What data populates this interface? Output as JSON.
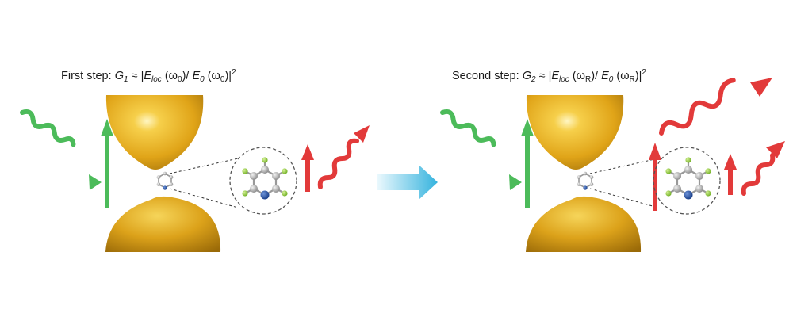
{
  "captions": {
    "first": {
      "prefix": "First step:",
      "g_symbol": "G",
      "g_sub": "1",
      "approx": "≈",
      "bar_open": "|",
      "e_loc": "E",
      "e_loc_sub": "loc",
      "arg_open": "(ω",
      "arg_sub": "0",
      "arg_close": ")/",
      "e0": "E",
      "e0_sub": "0",
      "arg2_open": "(ω",
      "arg2_sub": "0",
      "arg2_close": ")",
      "bar_close": "|",
      "power": "2"
    },
    "second": {
      "prefix": "Second step:",
      "g_symbol": "G",
      "g_sub": "2",
      "approx": "≈",
      "bar_open": "|",
      "e_loc": "E",
      "e_loc_sub": "loc",
      "arg_open": "(ω",
      "arg_sub": "R",
      "arg_close": ")/",
      "e0": "E",
      "e0_sub": "0",
      "arg2_open": "(ω",
      "arg2_sub": "R",
      "arg2_close": ")",
      "bar_close": "|",
      "power": "2"
    }
  },
  "colors": {
    "gold_light": "#f6cf4a",
    "gold_mid": "#e0a418",
    "gold_dark": "#a8760c",
    "green": "#4cbb5a",
    "red": "#e23a3a",
    "arrow_blue_light": "#d4f0fb",
    "arrow_blue_dark": "#35b3de",
    "atom_carbon": "#a8a8a8",
    "atom_hydrogen": "#9ed24b",
    "atom_nitrogen": "#1f4fa8"
  },
  "icons": {
    "process_arrow": "right-arrow-icon",
    "molecule": "pyridine-molecule-icon"
  }
}
